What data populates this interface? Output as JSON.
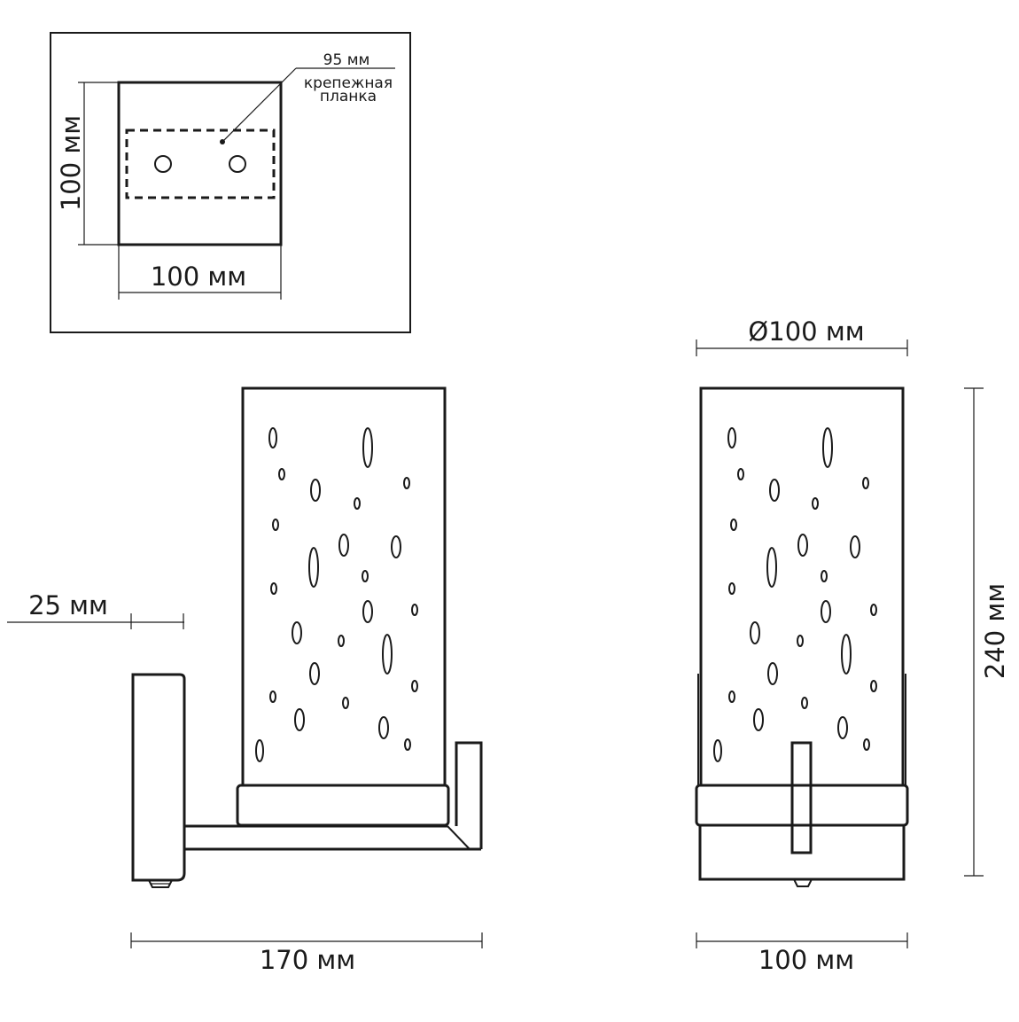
{
  "top_view": {
    "mount_width_label": "95 мм",
    "mount_name_line1": "крепежная",
    "mount_name_line2": "планка",
    "height_label": "100 мм",
    "width_label": "100 мм"
  },
  "side_view": {
    "projection_label": "25 мм",
    "depth_label": "170 мм"
  },
  "front_view": {
    "diameter_label": "Ø100 мм",
    "height_label": "240 мм",
    "width_label": "100 мм"
  },
  "colors": {
    "line": "#1a1a1a",
    "background": "#ffffff"
  }
}
